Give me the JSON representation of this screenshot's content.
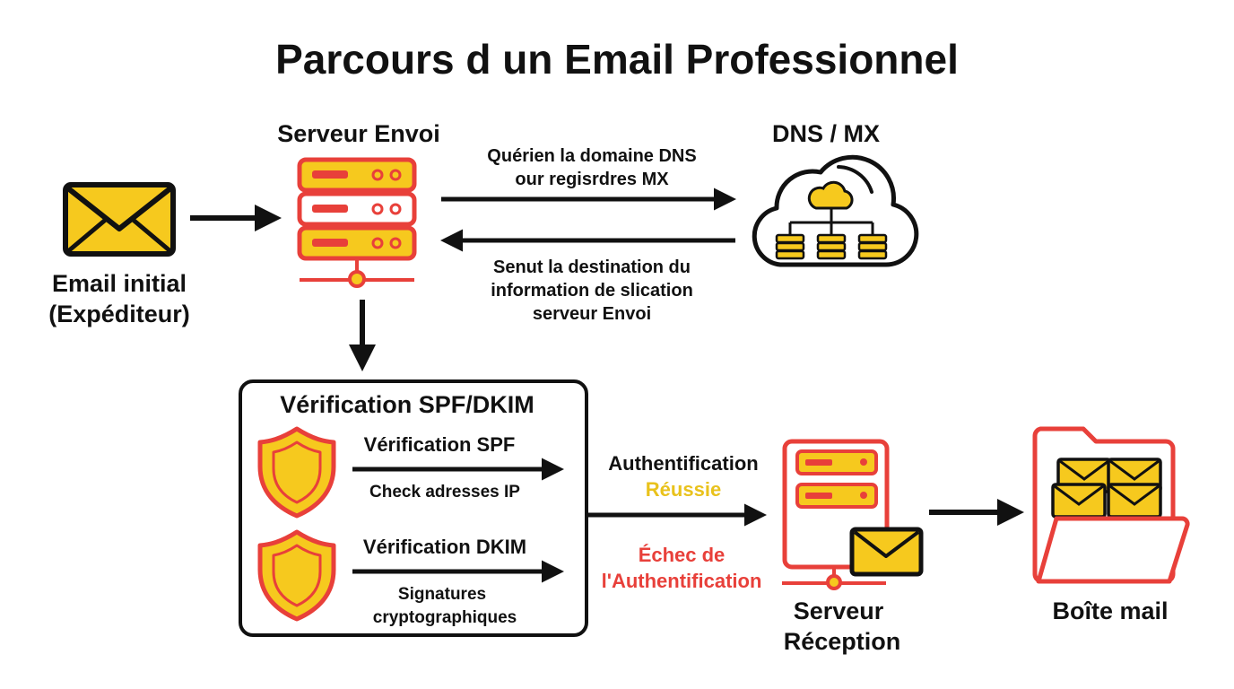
{
  "title": "Parcours d un Email Professionnel",
  "sender": {
    "label_line1": "Email initial",
    "label_line2": "(Expéditeur)"
  },
  "send_server": {
    "label": "Serveur Envoi"
  },
  "dns": {
    "label": "DNS / MX"
  },
  "query_arrow": {
    "line1": "Quérien la domaine DNS",
    "line2": "our regisrdres MX"
  },
  "response_arrow": {
    "line1": "Senut la destination du",
    "line2": "information de slication",
    "line3": "serveur Envoi"
  },
  "verification": {
    "title": "Vérification SPF/DKIM",
    "spf": {
      "label": "Vérification SPF",
      "detail": "Check adresses IP"
    },
    "dkim": {
      "label": "Vérification DKIM",
      "detail_line1": "Signatures",
      "detail_line2": "cryptographiques"
    }
  },
  "auth": {
    "success_line1": "Authentification",
    "success_line2": "Réussie",
    "fail_line1": "Échec de",
    "fail_line2": "l'Authentification"
  },
  "receive_server": {
    "label_line1": "Serveur",
    "label_line2": "Réception"
  },
  "mailbox": {
    "label": "Boîte mail"
  },
  "colors": {
    "yellow": "#F6C91E",
    "red": "#E8403A",
    "black": "#111111",
    "success": "#E9C21C",
    "fail": "#E8403A"
  }
}
